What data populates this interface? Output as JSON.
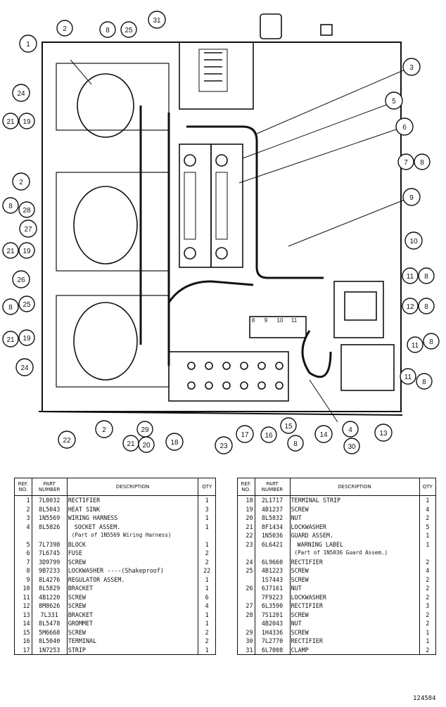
{
  "diagram": {
    "callouts": [
      "31",
      "8",
      "25",
      "1",
      "2",
      "3",
      "5",
      "6",
      "24",
      "21",
      "19",
      "7",
      "8",
      "2",
      "9",
      "8",
      "28",
      "27",
      "21",
      "19",
      "10",
      "26",
      "11",
      "8",
      "8",
      "25",
      "12",
      "8",
      "21",
      "19",
      "11",
      "8",
      "24",
      "11",
      "8",
      "2",
      "22",
      "29",
      "18",
      "23",
      "17",
      "16",
      "15",
      "14",
      "4",
      "13",
      "21",
      "20",
      "8",
      "30"
    ],
    "terminal_labels": [
      "8",
      "9",
      "10",
      "11"
    ]
  },
  "parts_table_left": {
    "headers": {
      "ref": "REF.\nNO.",
      "part": "PART\nNUMBER",
      "desc": "DESCRIPTION",
      "qty": "QTY"
    },
    "rows": [
      {
        "ref": "1",
        "part": "7L8032",
        "desc": "RECTIFIER",
        "qty": "1"
      },
      {
        "ref": "2",
        "part": "8L5043",
        "desc": "HEAT SINK",
        "qty": "3"
      },
      {
        "ref": "3",
        "part": "1N5569",
        "desc": "WIRING HARNESS",
        "qty": "1"
      },
      {
        "ref": "4",
        "part": "8L5826",
        "desc": "SOCKET ASSEM.",
        "qty": "1"
      },
      {
        "ref": "",
        "part": "",
        "desc": "(Part of 1N5569 Wiring Harness)",
        "qty": ""
      },
      {
        "ref": "5",
        "part": "7L7398",
        "desc": "BLOCK",
        "qty": "1"
      },
      {
        "ref": "6",
        "part": "7L6745",
        "desc": "FUSE",
        "qty": "2"
      },
      {
        "ref": "7",
        "part": "3D9799",
        "desc": "SCREW",
        "qty": "2"
      },
      {
        "ref": "8",
        "part": "9B7233",
        "desc": "LOCKWASHER ----(Shakeproof)",
        "qty": "22"
      },
      {
        "ref": "9",
        "part": "8L4276",
        "desc": "REGULATOR ASSEM.",
        "qty": "1"
      },
      {
        "ref": "10",
        "part": "8L5829",
        "desc": "BRACKET",
        "qty": "1"
      },
      {
        "ref": "11",
        "part": "4B1220",
        "desc": "SCREW",
        "qty": "6"
      },
      {
        "ref": "12",
        "part": "8M8626",
        "desc": "SCREW",
        "qty": "4"
      },
      {
        "ref": "13",
        "part": "7L331",
        "desc": "BRACKET",
        "qty": "1"
      },
      {
        "ref": "14",
        "part": "8L5478",
        "desc": "GROMMET",
        "qty": "1"
      },
      {
        "ref": "15",
        "part": "5M6668",
        "desc": "SCREW",
        "qty": "2"
      },
      {
        "ref": "16",
        "part": "8L5040",
        "desc": "TERMINAL",
        "qty": "2"
      },
      {
        "ref": "17",
        "part": "1N7253",
        "desc": "STRIP",
        "qty": "1"
      }
    ]
  },
  "parts_table_right": {
    "headers": {
      "ref": "REF.\nNO.",
      "part": "PART\nNUMBER",
      "desc": "DESCRIPTION",
      "qty": "QTY"
    },
    "rows": [
      {
        "ref": "18",
        "part": "2L1717",
        "desc": "TERMINAL STRIP",
        "qty": "1"
      },
      {
        "ref": "19",
        "part": "4B1237",
        "desc": "SCREW",
        "qty": "4"
      },
      {
        "ref": "20",
        "part": "8L5832",
        "desc": "NUT",
        "qty": "2"
      },
      {
        "ref": "21",
        "part": "8F1434",
        "desc": "LOCKWASHER",
        "qty": "5"
      },
      {
        "ref": "22",
        "part": "1N5036",
        "desc": "GUARD ASSEM.",
        "qty": "1"
      },
      {
        "ref": "23",
        "part": "6L6421",
        "desc": "WARNING LABEL",
        "qty": "1"
      },
      {
        "ref": "",
        "part": "",
        "desc": "(Part of 1N5036 Guard Assem.)",
        "qty": ""
      },
      {
        "ref": "24",
        "part": "6L9660",
        "desc": "RECTIFIER",
        "qty": "2"
      },
      {
        "ref": "25",
        "part": "4B1223",
        "desc": "SCREW",
        "qty": "4"
      },
      {
        "ref": "",
        "part": "1S7443",
        "desc": "SCREW",
        "qty": "2"
      },
      {
        "ref": "26",
        "part": "6J7161",
        "desc": "NUT",
        "qty": "2"
      },
      {
        "ref": "",
        "part": "7F9223",
        "desc": "LOCKWASHER",
        "qty": "2"
      },
      {
        "ref": "27",
        "part": "6L3590",
        "desc": "RECTIFIER",
        "qty": "3"
      },
      {
        "ref": "28",
        "part": "7S1201",
        "desc": "SCREW",
        "qty": "2"
      },
      {
        "ref": "",
        "part": "4B2043",
        "desc": "NUT",
        "qty": "2"
      },
      {
        "ref": "29",
        "part": "1H4336",
        "desc": "SCREW",
        "qty": "1"
      },
      {
        "ref": "30",
        "part": "7L2770",
        "desc": "RECTIFIER",
        "qty": "1"
      },
      {
        "ref": "31",
        "part": "6L7008",
        "desc": "CLAMP",
        "qty": "2"
      }
    ]
  },
  "figure_number": "124584"
}
